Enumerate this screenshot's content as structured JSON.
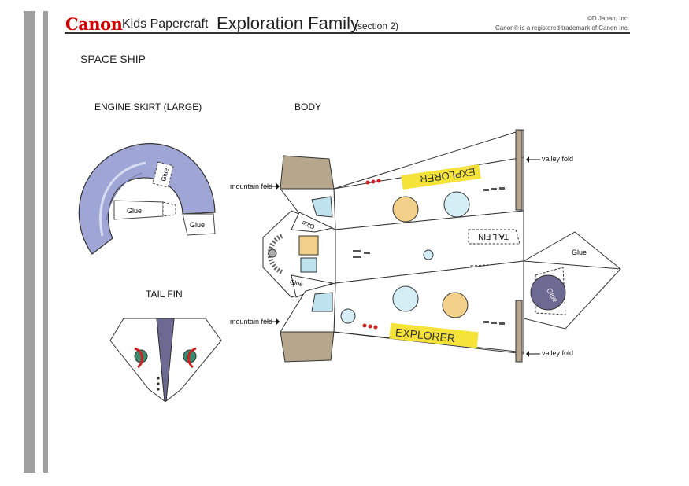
{
  "header": {
    "brand": "Canon",
    "product": "Kids Papercraft",
    "title": "Exploration Family",
    "section": "(section 2)",
    "copyright_line1": "©D Japan, Inc.",
    "copyright_line2": "Canon® is a registered trademark of Canon Inc."
  },
  "page": {
    "heading": "SPACE SHIP"
  },
  "parts": {
    "engine_skirt": "ENGINE SKIRT (LARGE)",
    "body": "BODY",
    "tail_fin": "TAIL FIN"
  },
  "labels": {
    "glue": "Glue",
    "explorer": "EXPLORER",
    "tail_fin_tab": "TAIL FIN",
    "mountain_fold": "mountain fold",
    "valley_fold": "valley fold"
  },
  "colors": {
    "brand_red": "#cc0000",
    "skirt_blue": "#9fa6d6",
    "fin_purple": "#6c6a92",
    "flap_tan": "#b5a68c",
    "explorer_yellow": "#f5e33a"
  }
}
